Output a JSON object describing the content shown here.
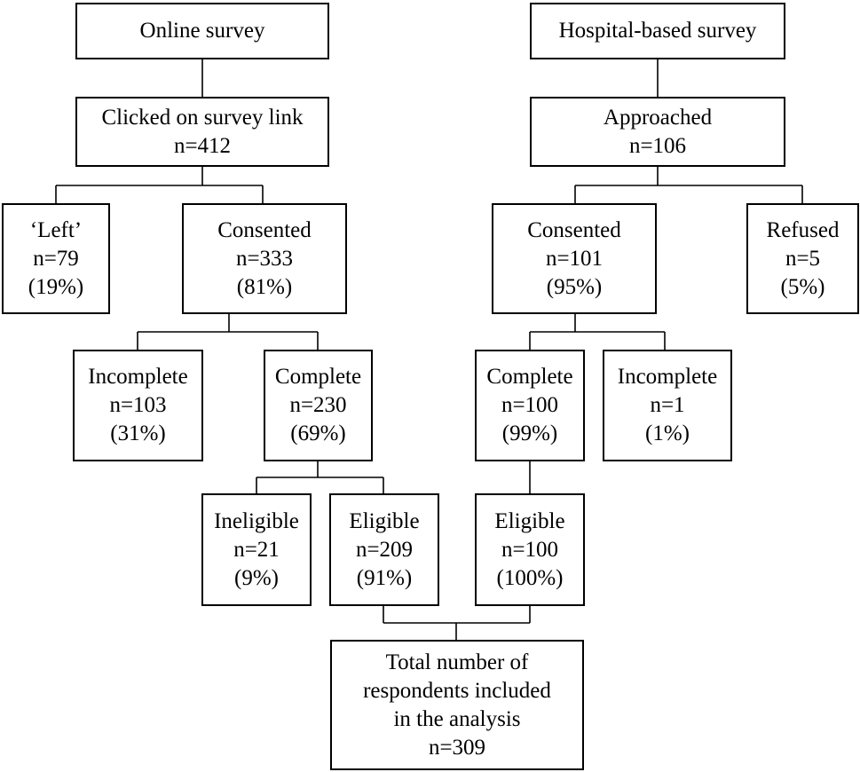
{
  "nodes": {
    "online_survey": {
      "lines": [
        "Online survey"
      ]
    },
    "hospital_survey": {
      "lines": [
        "Hospital-based survey"
      ]
    },
    "clicked_link": {
      "lines": [
        "Clicked on survey link",
        "n=412"
      ]
    },
    "approached": {
      "lines": [
        "Approached",
        "n=106"
      ]
    },
    "left": {
      "lines": [
        "‘Left’",
        "n=79",
        "(19%)"
      ]
    },
    "online_consented": {
      "lines": [
        "Consented",
        "n=333",
        "(81%)"
      ]
    },
    "hospital_consented": {
      "lines": [
        "Consented",
        "n=101",
        "(95%)"
      ]
    },
    "refused": {
      "lines": [
        "Refused",
        "n=5",
        "(5%)"
      ]
    },
    "online_incomplete": {
      "lines": [
        "Incomplete",
        "n=103",
        "(31%)"
      ]
    },
    "online_complete": {
      "lines": [
        "Complete",
        "n=230",
        "(69%)"
      ]
    },
    "hospital_complete": {
      "lines": [
        "Complete",
        "n=100",
        "(99%)"
      ]
    },
    "hospital_incomplete": {
      "lines": [
        "Incomplete",
        "n=1",
        "(1%)"
      ]
    },
    "ineligible": {
      "lines": [
        "Ineligible",
        "n=21",
        "(9%)"
      ]
    },
    "online_eligible": {
      "lines": [
        "Eligible",
        "n=209",
        "(91%)"
      ]
    },
    "hospital_eligible": {
      "lines": [
        "Eligible",
        "n=100",
        "(100%)"
      ]
    },
    "total": {
      "lines": [
        "Total number of",
        "respondents included",
        "in the analysis",
        "n=309"
      ]
    }
  }
}
